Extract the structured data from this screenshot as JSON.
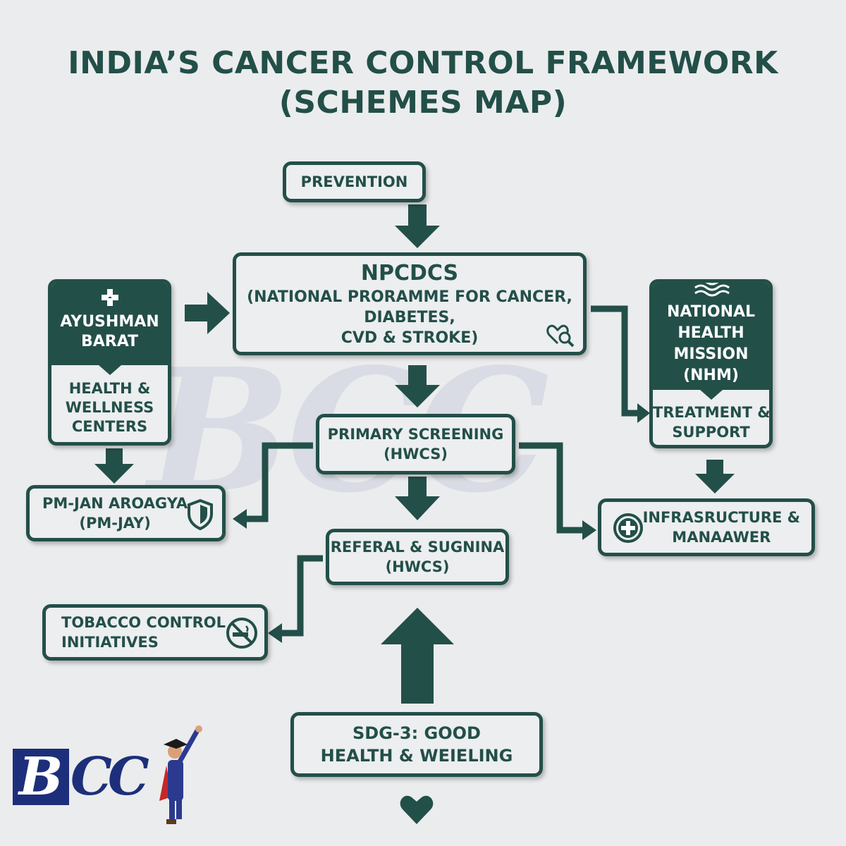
{
  "title": {
    "line1": "INDIA’S CANCER CONTROL FRAMEWORK",
    "line2": "(SCHEMES MAP)"
  },
  "nodes": {
    "prevention": "PREVENTION",
    "npcdcs": {
      "line1": "NPCDCS",
      "line2": "(NATIONAL PRORAMME FOR CANCER,",
      "line3": "DIABETES,",
      "line4": "CVD & STROKE)"
    },
    "ayushman": {
      "head1": "AYUSHMAN",
      "head2": "BARAT",
      "body1": "HEALTH &",
      "body2": "WELLNESS",
      "body3": "CENTERS"
    },
    "nhm": {
      "head1": "NATIONAL",
      "head2": "HEALTH",
      "head3": "MISSION",
      "head4": "(NHM)",
      "body1": "TREATMENT &",
      "body2": "SUPPORT"
    },
    "primary_screening": {
      "line1": "PRIMARY SCREENING",
      "line2": "(HWCS)"
    },
    "pmjay": {
      "line1": "PM-JAN AROAGYA",
      "line2": "(PM-JAY)"
    },
    "infrastructure": {
      "line1": "INFRASRUCTURE &",
      "line2": "MANAAWER"
    },
    "referral": {
      "line1": "REFERAL & SUGNINA",
      "line2": "(HWCS)"
    },
    "tobacco": {
      "line1": "TOBACCO CONTROL",
      "line2": "INITIATIVES"
    },
    "sdg": {
      "line1": "SDG-3: GOOD",
      "line2": "HEALTH & WEIELING"
    }
  },
  "icons": {
    "npcdcs": "heart-search-icon",
    "ayushman": "medical-cross-icon",
    "nhm": "waves-icon",
    "pmjay": "shield-icon",
    "infrastructure": "plus-circle-icon",
    "tobacco": "no-smoking-icon",
    "sdg": "heart-icon"
  },
  "watermark": "BCC",
  "logo": {
    "b": "B",
    "cc": "CC"
  },
  "colors": {
    "primary": "#234f49",
    "background": "#ebeced",
    "logo": "#1d2f7a"
  }
}
